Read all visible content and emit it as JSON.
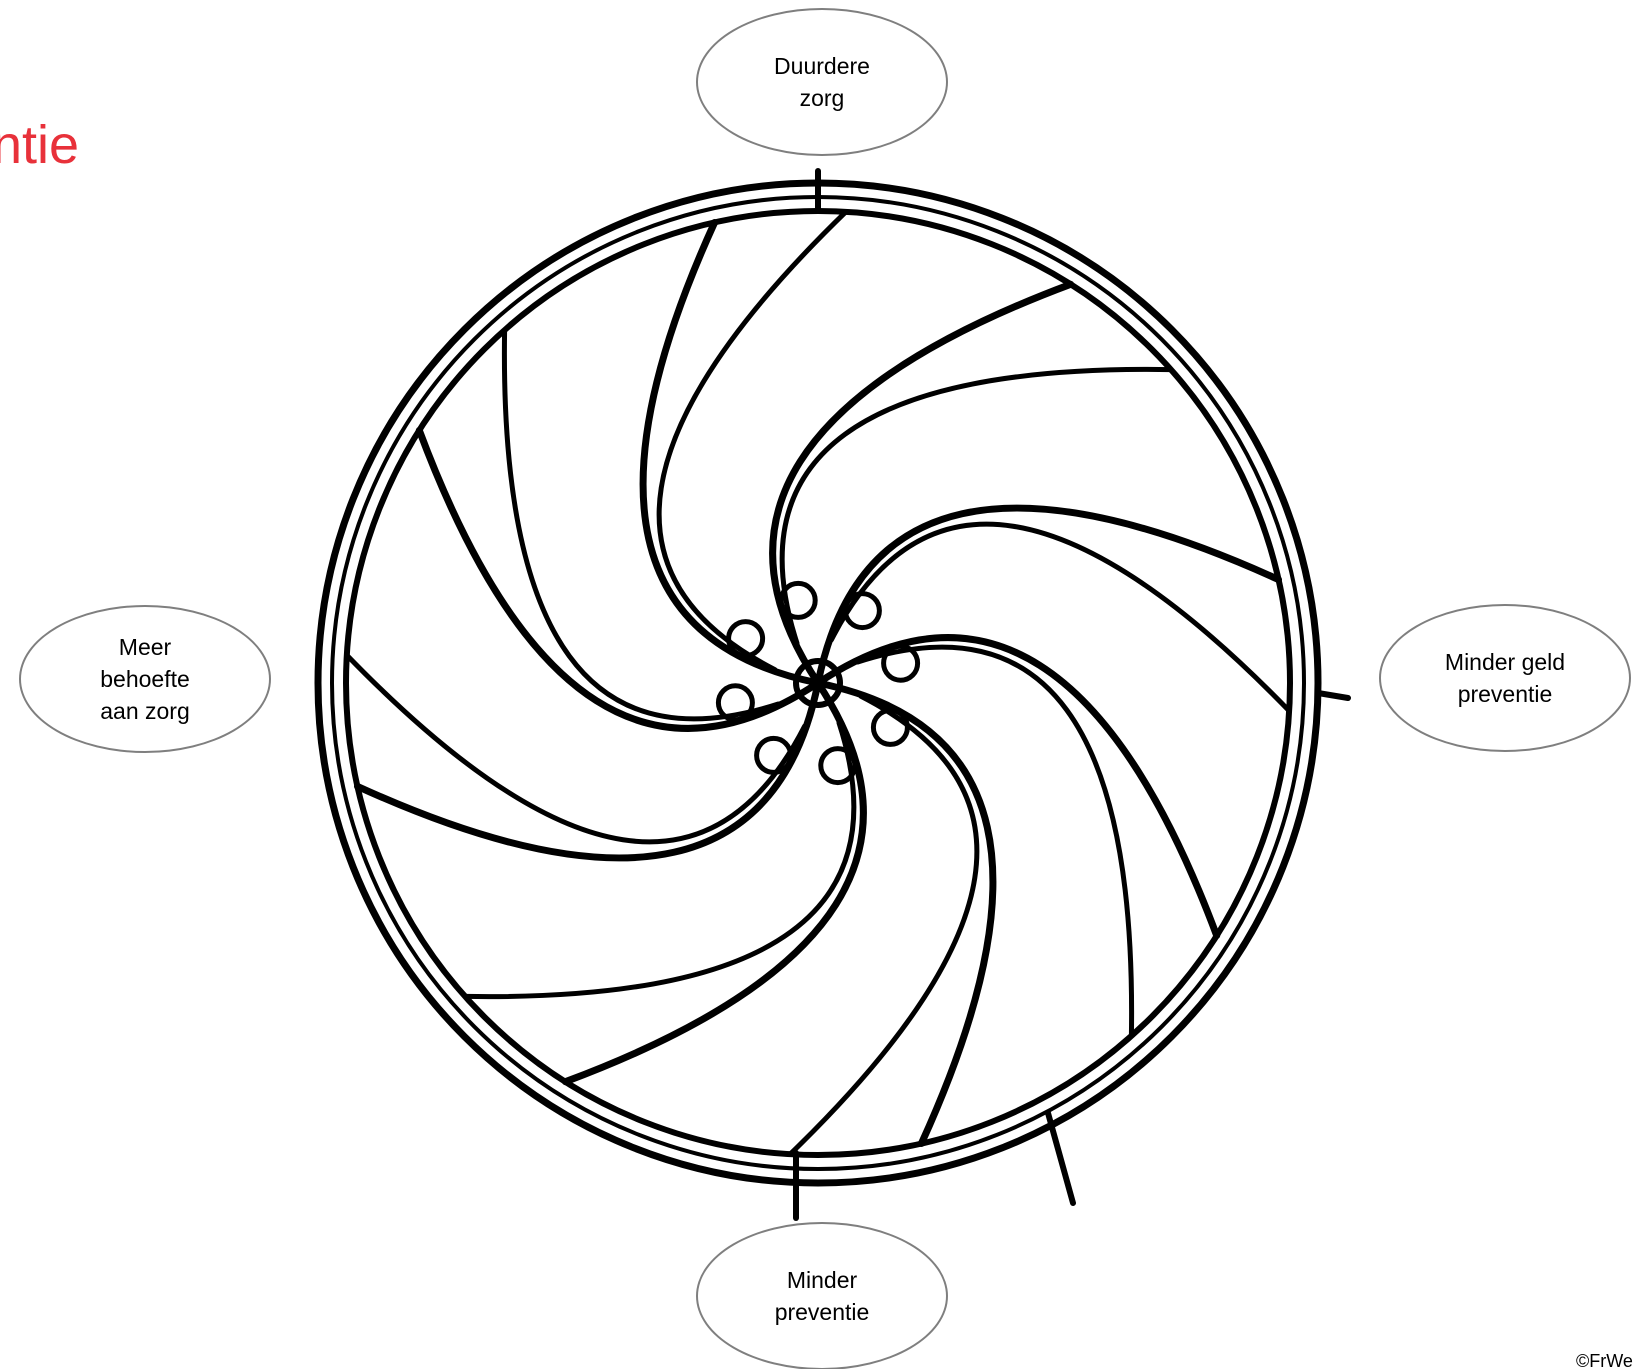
{
  "slide": {
    "title_fragment": "ntie",
    "copyright": "©FrWe"
  },
  "cycle": {
    "nodes": [
      {
        "id": "top",
        "label": "Duurdere\nzorg"
      },
      {
        "id": "right",
        "label": "Minder geld\npreventie"
      },
      {
        "id": "bottom",
        "label": "Minder\npreventie"
      },
      {
        "id": "left",
        "label": "Meer\nbehoefte\naan zorg"
      }
    ]
  },
  "colors": {
    "title": "#e8313a",
    "node_border": "#7f7f7f",
    "ink": "#000000"
  },
  "icons": {
    "wheel": "spiral-wheel-drawing"
  }
}
